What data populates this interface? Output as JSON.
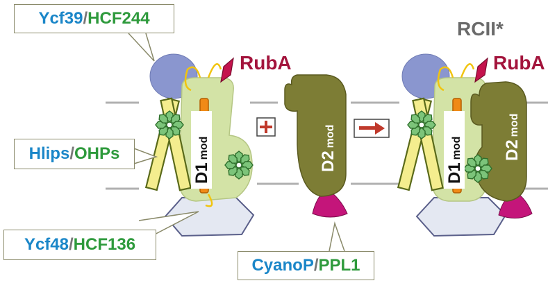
{
  "labels": {
    "ycf39": "Ycf39",
    "hcf244": "HCF244",
    "hlips": "Hlips",
    "ohps": "OHPs",
    "ycf48": "Ycf48",
    "hcf136": "HCF136",
    "cyanop": "CyanoP",
    "ppl1": "PPL1",
    "slash": "/",
    "ruba_left": "RubA",
    "ruba_right": "RubA",
    "rcii": "RCII*",
    "d1_left": "D1",
    "d1_left_sub": "mod",
    "d2_left": "D2",
    "d2_left_sub": "mod",
    "d1_right": "D1",
    "d1_right_sub": "mod",
    "d2_right": "D2",
    "d2_right_sub": "mod"
  },
  "colors": {
    "ycf39_blue": "#1a86c8",
    "hcf_green": "#2e9a3c",
    "ruba": "#a3143c",
    "lilac": "#8a96cf",
    "light_green": "#d3e3a6",
    "olive": "#7d7d35",
    "yellow_helix": "#f4ed8e",
    "magenta": "#c4157a",
    "pale_blue": "#e4e8f2",
    "orange": "#f08a16"
  },
  "icons": {
    "plus": "plus-icon",
    "arrow": "arrow-right-icon",
    "chlorophyll": "chlorophyll-icon"
  }
}
